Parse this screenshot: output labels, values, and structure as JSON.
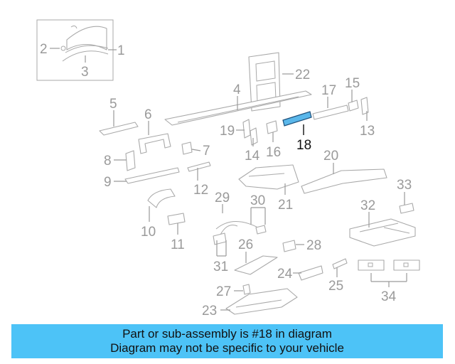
{
  "highlight_color": "#5ab7ea",
  "banner_color": "#4dc3f7",
  "callouts": {
    "c1": "1",
    "c2": "2",
    "c3": "3",
    "c4": "4",
    "c5": "5",
    "c6": "6",
    "c7": "7",
    "c8": "8",
    "c9": "9",
    "c10": "10",
    "c11": "11",
    "c12": "12",
    "c13": "13",
    "c14": "14",
    "c15": "15",
    "c16": "16",
    "c17": "17",
    "c18": "18",
    "c19": "19",
    "c20": "20",
    "c21": "21",
    "c22": "22",
    "c23": "23",
    "c24": "24",
    "c25": "25",
    "c26": "26",
    "c27": "27",
    "c28": "28",
    "c29": "29",
    "c30": "30",
    "c31": "31",
    "c32": "32",
    "c33": "33",
    "c34": "34"
  },
  "banner": {
    "line1": "Part or sub-assembly is #18 in diagram",
    "line2": "Diagram may not be specific to your vehicle"
  }
}
